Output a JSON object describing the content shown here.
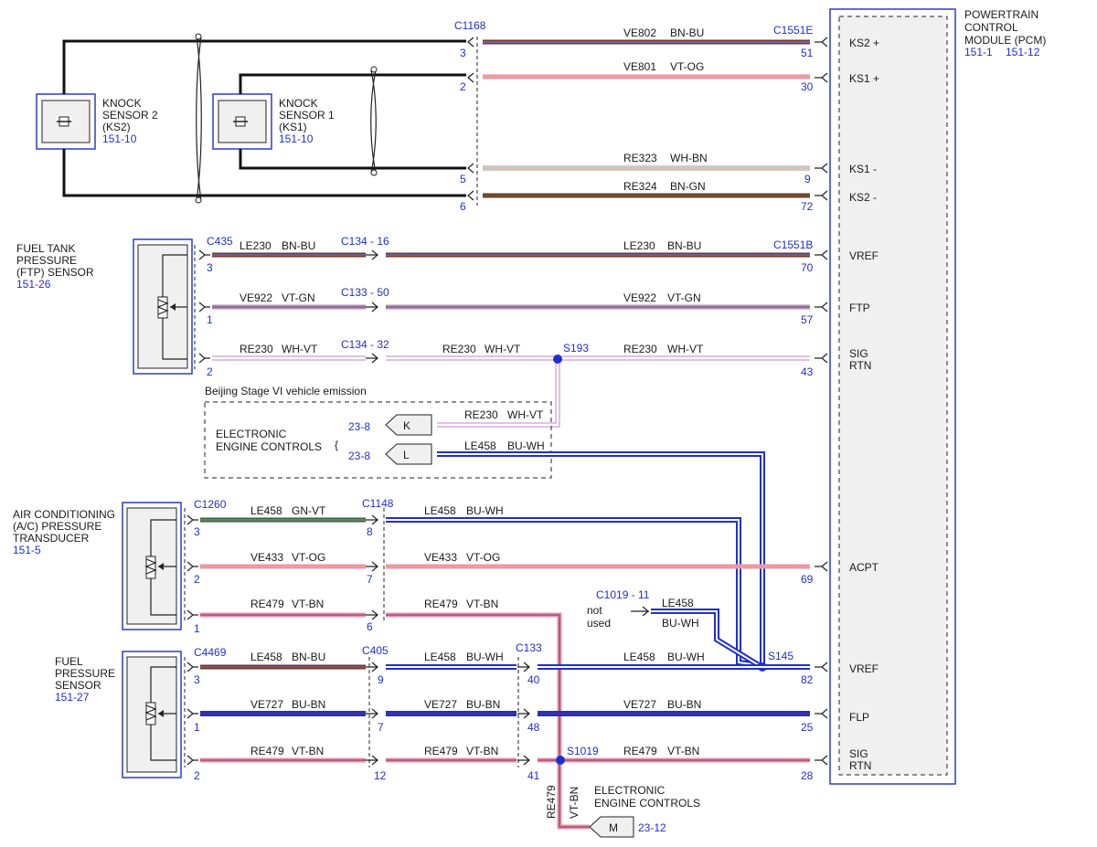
{
  "pcm": {
    "title_lines": [
      "POWERTRAIN",
      "CONTROL",
      "MODULE (PCM)"
    ],
    "refs": [
      "151-1",
      "151-12"
    ],
    "pins": [
      "KS2 +",
      "KS1 +",
      "KS1 -",
      "KS2 -",
      "VREF",
      "FTP",
      "SIG",
      "RTN",
      "ACPT",
      "VREF",
      "FLP",
      "SIG",
      "RTN"
    ]
  },
  "knock_sensors": [
    {
      "lines": [
        "KNOCK",
        "SENSOR 2",
        "(KS2)"
      ],
      "ref": "151-10"
    },
    {
      "lines": [
        "KNOCK",
        "SENSOR 1",
        "(KS1)"
      ],
      "ref": "151-10"
    }
  ],
  "sensors": [
    {
      "lines": [
        "FUEL TANK",
        "PRESSURE",
        "(FTP) SENSOR"
      ],
      "ref": "151-26"
    },
    {
      "lines": [
        "AIR CONDITIONING",
        "(A/C) PRESSURE",
        "TRANSDUCER"
      ],
      "ref": "151-5"
    },
    {
      "lines": [
        "FUEL",
        "PRESSURE",
        "SENSOR"
      ],
      "ref": "151-27"
    }
  ],
  "connectors": [
    "C1168",
    "C1551E",
    "C435",
    "C134 - 16",
    "C1551B",
    "C133 - 50",
    "C134 - 32",
    "C1260",
    "C1148",
    "C4469",
    "C405",
    "C133",
    "C1019 - 11"
  ],
  "splices": [
    "S193",
    "S145",
    "S1019"
  ],
  "wires": {
    "VE802": {
      "circuit": "VE802",
      "color": "BN-BU"
    },
    "VE801": {
      "circuit": "VE801",
      "color": "VT-OG"
    },
    "RE323": {
      "circuit": "RE323",
      "color": "WH-BN"
    },
    "RE324": {
      "circuit": "RE324",
      "color": "BN-GN"
    },
    "LE230": {
      "circuit": "LE230",
      "color": "BN-BU"
    },
    "VE922": {
      "circuit": "VE922",
      "color": "VT-GN"
    },
    "RE230": {
      "circuit": "RE230",
      "color": "WH-VT"
    },
    "LE458_GN": {
      "circuit": "LE458",
      "color": "GN-VT"
    },
    "LE458_BW": {
      "circuit": "LE458",
      "color": "BU-WH"
    },
    "LE458_BN": {
      "circuit": "LE458",
      "color": "BN-BU"
    },
    "VE433": {
      "circuit": "VE433",
      "color": "VT-OG"
    },
    "RE479": {
      "circuit": "RE479",
      "color": "VT-BN"
    },
    "VE727": {
      "circuit": "VE727",
      "color": "BU-BN"
    }
  },
  "pins_numbers": {
    "c1168": [
      "3",
      "2",
      "5",
      "6"
    ],
    "pcm_e": [
      "51",
      "30",
      "9",
      "72"
    ],
    "ftp": [
      "3",
      "1",
      "2"
    ],
    "pcm_b1": [
      "70",
      "57",
      "43"
    ],
    "ac": [
      "3",
      "2",
      "1"
    ],
    "c1148": [
      "8",
      "7",
      "6"
    ],
    "pcm_b2": [
      "69"
    ],
    "fp": [
      "3",
      "1",
      "2"
    ],
    "c405": [
      "9",
      "7",
      "12"
    ],
    "c133": [
      "40",
      "48",
      "41"
    ],
    "pcm_b3": [
      "82",
      "25",
      "28"
    ]
  },
  "emission_note": "Beijing Stage VI vehicle emission",
  "eec_box": {
    "lines": [
      "ELECTRONIC",
      "ENGINE CONTROLS"
    ],
    "refs": [
      "23-8",
      "23-8"
    ],
    "pins": [
      "K",
      "L"
    ]
  },
  "not_used": [
    "not",
    "used"
  ],
  "eec_bottom": {
    "lines": [
      "ELECTRONIC",
      "ENGINE CONTROLS"
    ],
    "pin": "M",
    "ref": "23-12"
  },
  "colors": {
    "accent_blue": "#1f2fcf",
    "wire_blue": "#1f2fcf",
    "wire_pink": "#e88fb9",
    "wire_brown": "#7a3522",
    "wire_green": "#2f6b2f",
    "wire_purple": "#c083c8"
  }
}
